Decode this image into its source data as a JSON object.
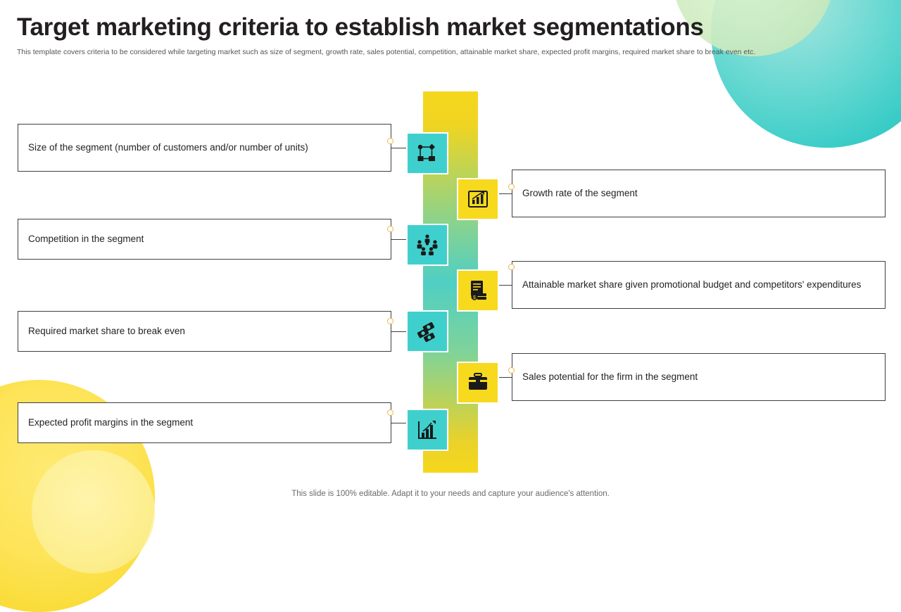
{
  "header": {
    "title": "Target marketing criteria to establish market segmentations",
    "subtitle": "This template covers criteria to  be considered while targeting market such as size of segment, growth rate, sales potential, competition, attainable market share, expected profit margins, required market share to break even etc."
  },
  "footer": {
    "note": "This slide is 100% editable. Adapt it to your needs and capture your audience's attention."
  },
  "colors": {
    "teal": "#3fd0cd",
    "yellow": "#f7d91e",
    "text": "#231f20",
    "line": "#3f3f3f",
    "dot_border": "#e8b94b"
  },
  "criteria": {
    "left": [
      {
        "id": "size-of-segment",
        "text": "Size of the segment (number of customers and/or number of units)",
        "icon": "network-nodes-icon",
        "icon_style": "teal"
      },
      {
        "id": "competition-in-segment",
        "text": "Competition in the segment",
        "icon": "people-group-icon",
        "icon_style": "teal"
      },
      {
        "id": "required-market-share",
        "text": "Required market share to break even",
        "icon": "money-coins-icon",
        "icon_style": "teal"
      },
      {
        "id": "expected-profit-margins",
        "text": "Expected profit margins in the segment",
        "icon": "bar-chart-growth-icon",
        "icon_style": "teal"
      }
    ],
    "right": [
      {
        "id": "growth-rate",
        "text": "Growth rate of the segment",
        "icon": "chart-arrow-up-icon",
        "icon_style": "yellow"
      },
      {
        "id": "attainable-market-share",
        "text": "Attainable market share given promotional budget and competitors' expenditures",
        "icon": "document-money-icon",
        "icon_style": "yellow"
      },
      {
        "id": "sales-potential",
        "text": "Sales potential for the firm in the segment",
        "icon": "briefcase-icon",
        "icon_style": "yellow"
      }
    ]
  }
}
